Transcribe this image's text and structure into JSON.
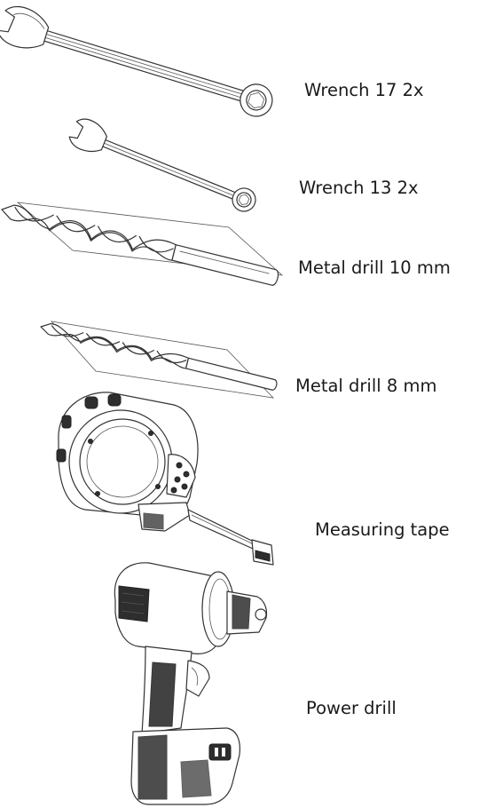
{
  "tools": [
    {
      "icon": "wrench-17-icon",
      "label": "Wrench 17 2x"
    },
    {
      "icon": "wrench-13-icon",
      "label": "Wrench 13 2x"
    },
    {
      "icon": "metal-drill-10-icon",
      "label": "Metal drill 10 mm"
    },
    {
      "icon": "metal-drill-8-icon",
      "label": "Metal drill 8 mm"
    },
    {
      "icon": "measuring-tape-icon",
      "label": "Measuring tape"
    },
    {
      "icon": "power-drill-icon",
      "label": "Power drill"
    }
  ]
}
